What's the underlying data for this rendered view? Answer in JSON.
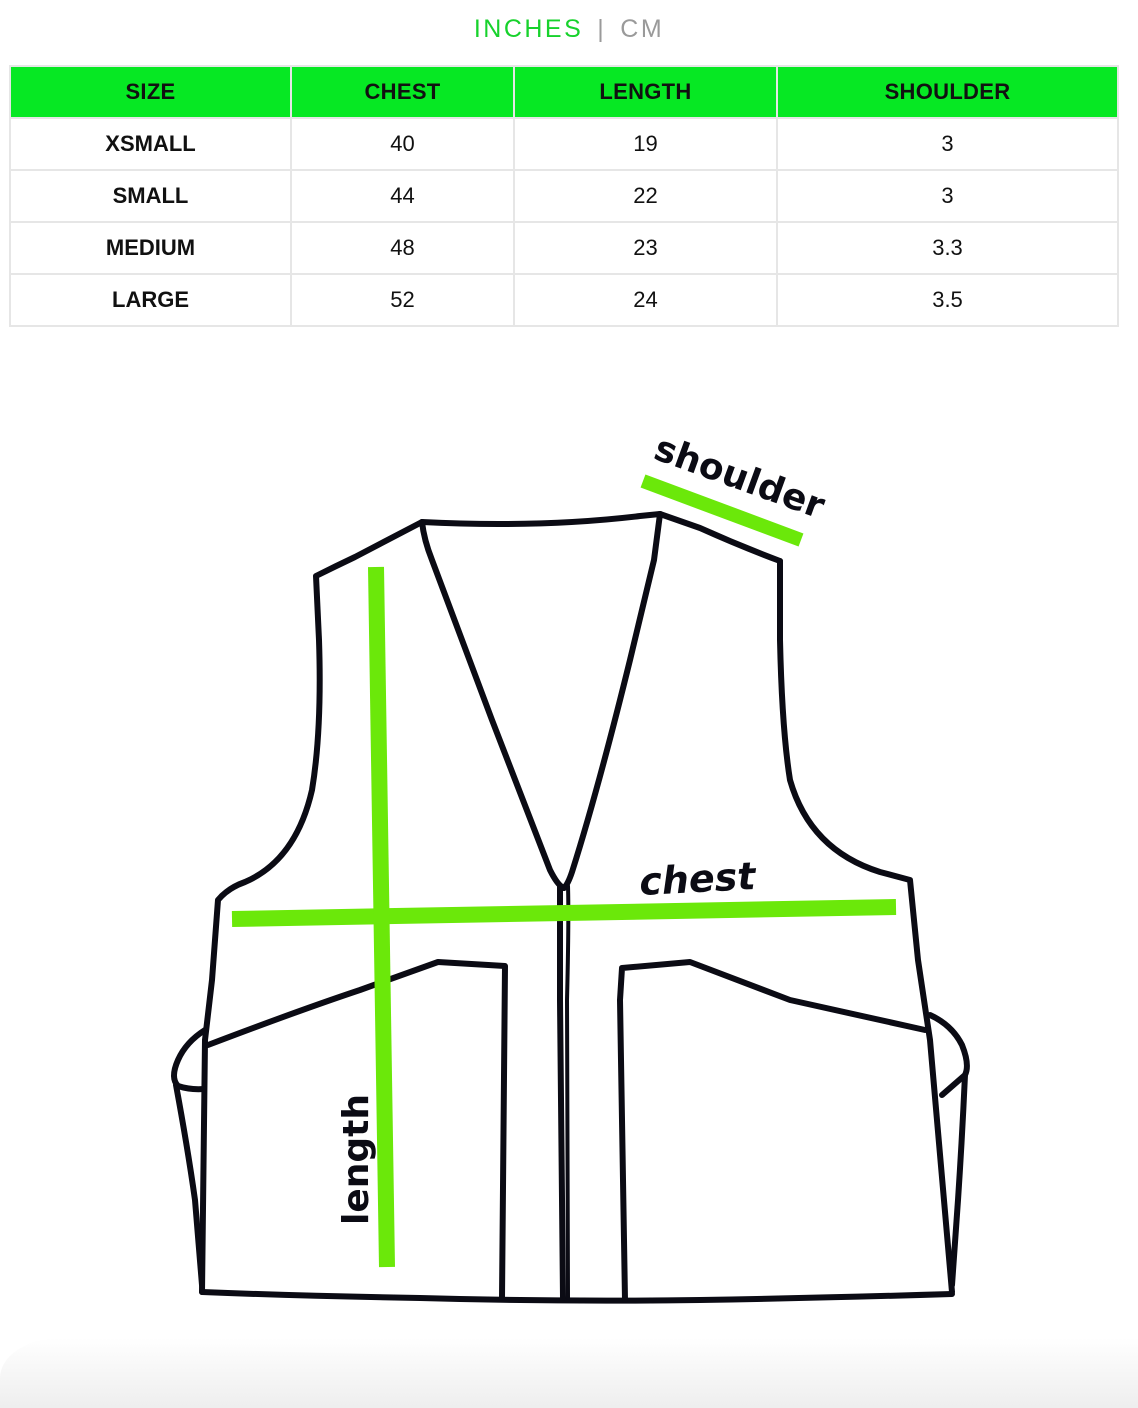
{
  "unit_toggle": {
    "active": "INCHES",
    "separator": "|",
    "inactive": "CM",
    "active_color": "#17d22c",
    "inactive_color": "#9a9a9a"
  },
  "size_table": {
    "header_color": "#06e823",
    "columns": [
      "SIZE",
      "CHEST",
      "LENGTH",
      "SHOULDER"
    ],
    "rows": [
      {
        "size": "XSMALL",
        "chest": "40",
        "length": "19",
        "shoulder": "3"
      },
      {
        "size": "SMALL",
        "chest": "44",
        "length": "22",
        "shoulder": "3"
      },
      {
        "size": "MEDIUM",
        "chest": "48",
        "length": "23",
        "shoulder": "3.3"
      },
      {
        "size": "LARGE",
        "chest": "52",
        "length": "24",
        "shoulder": "3.5"
      }
    ]
  },
  "diagram": {
    "garment": "vest",
    "measure_color": "#6be80a",
    "outline_color": "#0b0b14",
    "labels": {
      "shoulder": "shoulder",
      "chest": "chest",
      "length": "length"
    }
  }
}
